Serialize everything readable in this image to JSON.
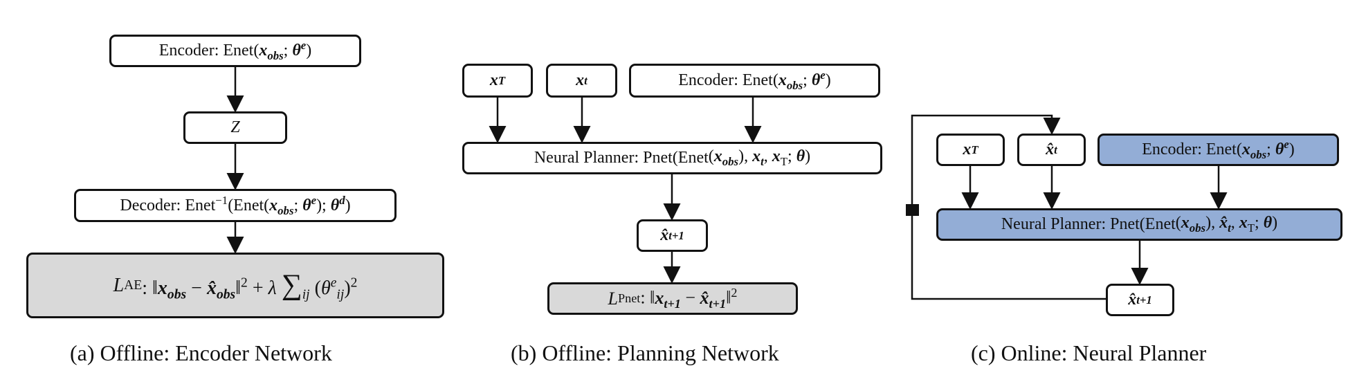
{
  "panel_a": {
    "encoder_label": "Encoder: Enet",
    "z_label": "Z",
    "decoder_label": "Decoder: Enet",
    "loss_label": "L",
    "loss_sub": "AE",
    "caption": "(a) Offline: Encoder Network"
  },
  "panel_b": {
    "xT": "x",
    "xt": "x",
    "encoder_label": "Encoder: Enet",
    "planner_label": "Neural Planner: Pnet(Enet",
    "xnext": "x̂",
    "loss_label": "L",
    "loss_sub": "Pnet",
    "caption": "(b) Offline: Planning Network"
  },
  "panel_c": {
    "xT": "x",
    "xt_hat": "x̂",
    "encoder_label": "Encoder: Enet",
    "planner_label": "Neural Planner: Pnet(Enet",
    "xnext": "x̂",
    "caption": "(c) Online: Neural Planner"
  },
  "colors": {
    "blue_fill": "#93add6",
    "gray_fill": "#d9d9d9",
    "stroke": "#111111"
  }
}
